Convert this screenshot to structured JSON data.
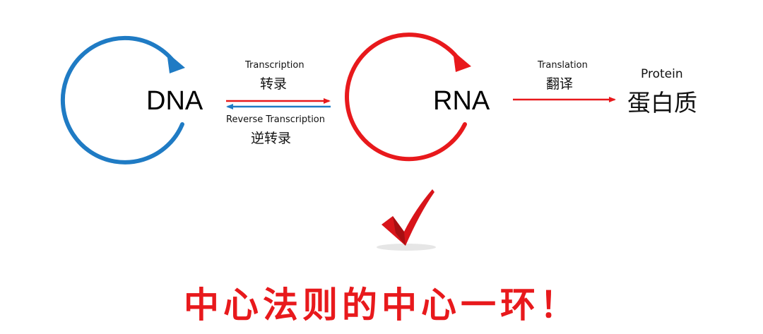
{
  "nodes": {
    "dna": "DNA",
    "rna": "RNA",
    "protein_en": "Protein",
    "protein_zh": "蛋白质"
  },
  "processes": {
    "transcription_en": "Transcription",
    "transcription_zh": "转录",
    "reverse_en": "Reverse Transcription",
    "reverse_zh": "逆转录",
    "translation_en": "Translation",
    "translation_zh": "翻译"
  },
  "slogan": "中心法则的中心一环！",
  "colors": {
    "dna_blue": "#1f7bc4",
    "rna_red": "#e8191c",
    "check_red": "#d8141a"
  },
  "icons": [
    "dna-cycle-icon",
    "rna-cycle-icon",
    "checkmark-icon"
  ]
}
